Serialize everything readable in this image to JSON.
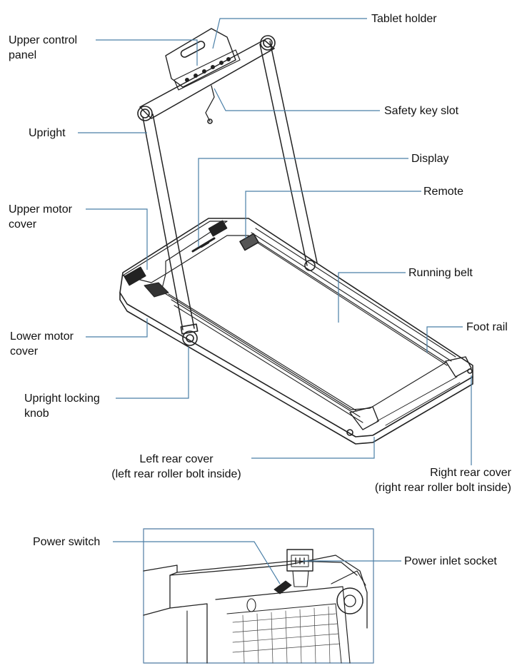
{
  "labels": {
    "tablet_holder": "Tablet holder",
    "upper_control_panel": [
      "Upper control",
      "panel"
    ],
    "safety_key_slot": "Safety key slot",
    "upright": "Upright",
    "display": "Display",
    "remote": "Remote",
    "upper_motor_cover": [
      "Upper motor",
      "cover"
    ],
    "running_belt": "Running belt",
    "foot_rail": "Foot rail",
    "lower_motor_cover": [
      "Lower motor",
      "cover"
    ],
    "upright_locking_knob": [
      "Upright locking",
      "knob"
    ],
    "left_rear_cover": [
      "Left rear cover",
      "(left rear roller bolt inside)"
    ],
    "right_rear_cover": [
      "Right rear cover",
      "(right rear roller bolt inside)"
    ],
    "power_switch": "Power switch",
    "power_inlet_socket": "Power inlet socket"
  },
  "colors": {
    "leader_line": "#4a7fa7",
    "drawing": "#222222",
    "inset_frame": "#6a8fb0"
  }
}
